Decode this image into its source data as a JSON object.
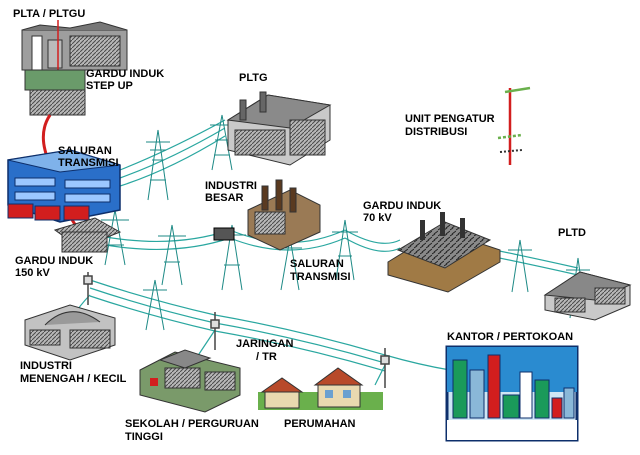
{
  "labels": {
    "plta_pltgu": "PLTA / PLTGU",
    "gardu_step_up_1": "GARDU INDUK",
    "gardu_step_up_2": "STEP UP",
    "pltg": "PLTG",
    "unit_pengatur_1": "UNIT PENGATUR",
    "unit_pengatur_2": "DISTRIBUSI",
    "saluran_transmisi_top_1": "SALURAN",
    "saluran_transmisi_top_2": "TRANSMISI",
    "industri_besar_1": "INDUSTRI",
    "industri_besar_2": "BESAR",
    "gardu_70_1": "GARDU INDUK",
    "gardu_70_2": "70 kV",
    "pltd": "PLTD",
    "gardu_150_1": "GARDU INDUK",
    "gardu_150_2": "150 kV",
    "saluran_transmisi_mid_1": "SALURAN",
    "saluran_transmisi_mid_2": "TRANSMISI",
    "jaringan_tr_1": "JARINGAN",
    "jaringan_tr_2": "/ TR",
    "kantor": "KANTOR / PERTOKOAN",
    "industri_menengah_1": "INDUSTRI",
    "industri_menengah_2": "MENENGAH / KECIL",
    "sekolah_1": "SEKOLAH / PERGURUAN",
    "sekolah_2": "TINGGI",
    "perumahan": "PERUMAHAN"
  },
  "colors": {
    "wire": "#2aa7a0",
    "tower": "#1e8a86",
    "building": "#9a9a9a",
    "red_line": "#d21e1e",
    "office_bg": "#1e6fb0",
    "office_frame": "#0d2f6b"
  },
  "icons": {
    "plant_top": "hydro-power-plant-icon",
    "pltg": "gas-turbine-plant-icon",
    "pltd": "diesel-plant-icon",
    "gardu_70": "substation-70kv-icon",
    "gardu_150": "substation-150kv-icon",
    "industri_besar": "heavy-industry-icon",
    "industri_menengah": "medium-industry-icon",
    "sekolah": "school-icon",
    "perumahan": "housing-icon",
    "kantor": "office-district-icon",
    "unit_pengatur": "distribution-control-pole-icon"
  }
}
